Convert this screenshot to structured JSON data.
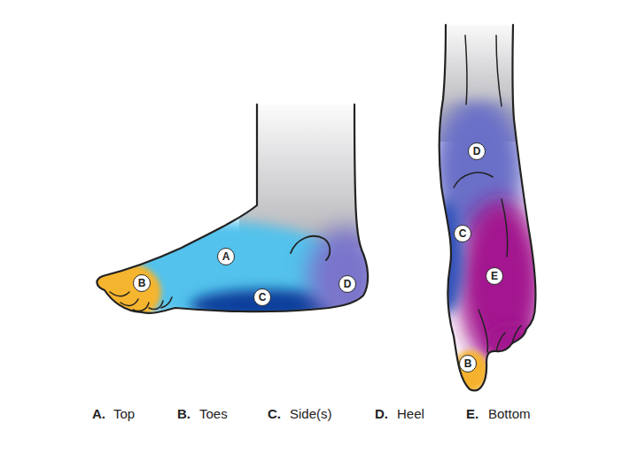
{
  "diagram": {
    "nodes": [
      {
        "text": [
          "B"
        ]
      },
      {
        "text": [
          "A"
        ]
      },
      {
        "text": [
          "C"
        ]
      },
      {
        "text": [
          "D"
        ]
      },
      {
        "text": [
          "D"
        ]
      },
      {
        "text": [
          "C"
        ]
      },
      {
        "text": [
          "E"
        ]
      },
      {
        "text": [
          "B"
        ]
      }
    ],
    "labels": [
      "A.",
      "Top",
      "B.",
      "Toes",
      "C.",
      "Side(s)",
      "D.",
      "Heel",
      "E.",
      "Bottom"
    ]
  }
}
